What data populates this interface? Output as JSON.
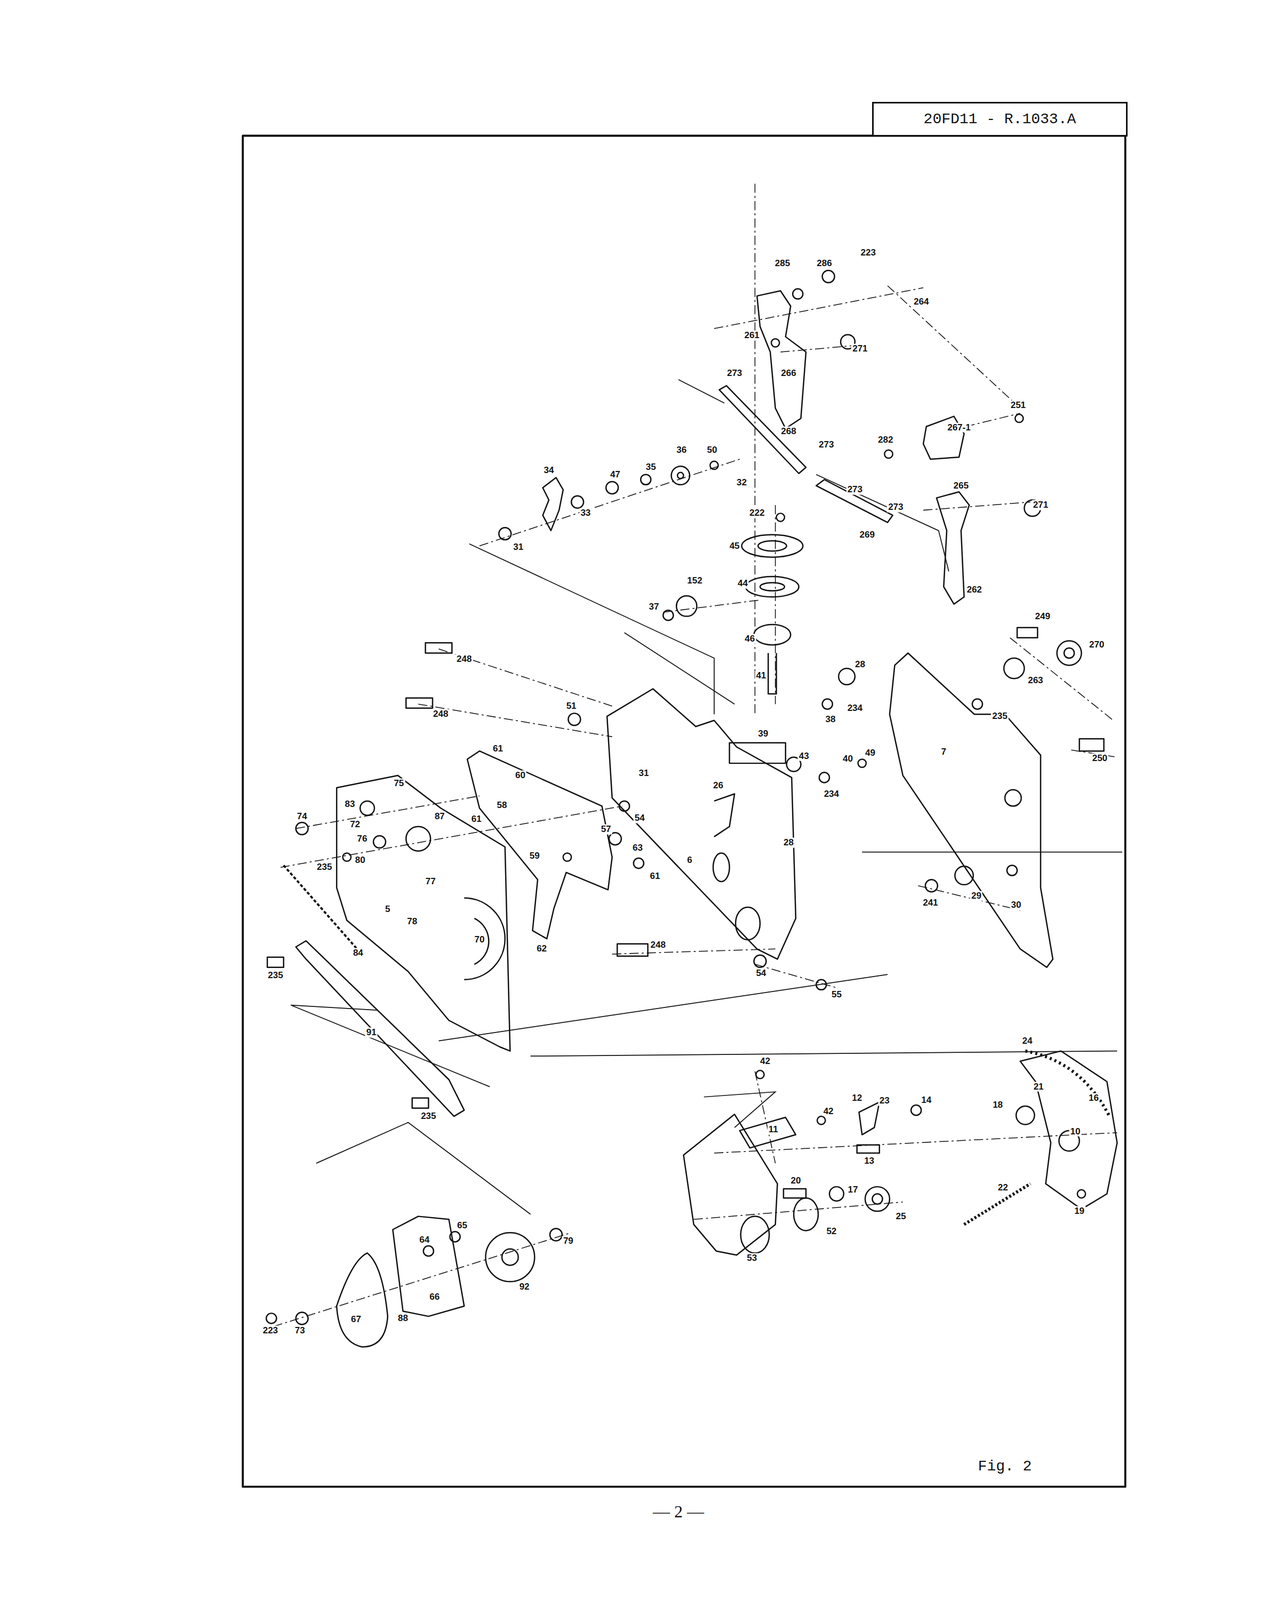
{
  "diagram": {
    "caption": "Fig. 2",
    "nodes": [
      {
        "text": [
          "20FD11 - R.1033.A"
        ]
      }
    ],
    "labels": [
      "285",
      "286",
      "223",
      "264",
      "261",
      "271",
      "273",
      "266",
      "251",
      "267-1",
      "268",
      "282",
      "273",
      "36",
      "50",
      "35",
      "34",
      "47",
      "32",
      "265",
      "273",
      "271",
      "273",
      "222",
      "33",
      "269",
      "45",
      "31",
      "152",
      "44",
      "262",
      "37",
      "249",
      "46",
      "270",
      "248",
      "28",
      "41",
      "263",
      "51",
      "234",
      "248",
      "235",
      "38",
      "39",
      "61",
      "7",
      "49",
      "43",
      "250",
      "40",
      "31",
      "60",
      "75",
      "26",
      "234",
      "83",
      "58",
      "87",
      "74",
      "54",
      "61",
      "72",
      "57",
      "76",
      "28",
      "63",
      "59",
      "6",
      "80",
      "235",
      "61",
      "77",
      "29",
      "241",
      "30",
      "5",
      "78",
      "70",
      "248",
      "62",
      "84",
      "54",
      "235",
      "55",
      "91",
      "24",
      "42",
      "21",
      "12",
      "16",
      "14",
      "23",
      "18",
      "42",
      "235",
      "11",
      "10",
      "13",
      "20",
      "22",
      "17",
      "19",
      "25",
      "65",
      "52",
      "64",
      "79",
      "53",
      "92",
      "66",
      "67",
      "88",
      "223",
      "73",
      "— 2 —"
    ]
  }
}
